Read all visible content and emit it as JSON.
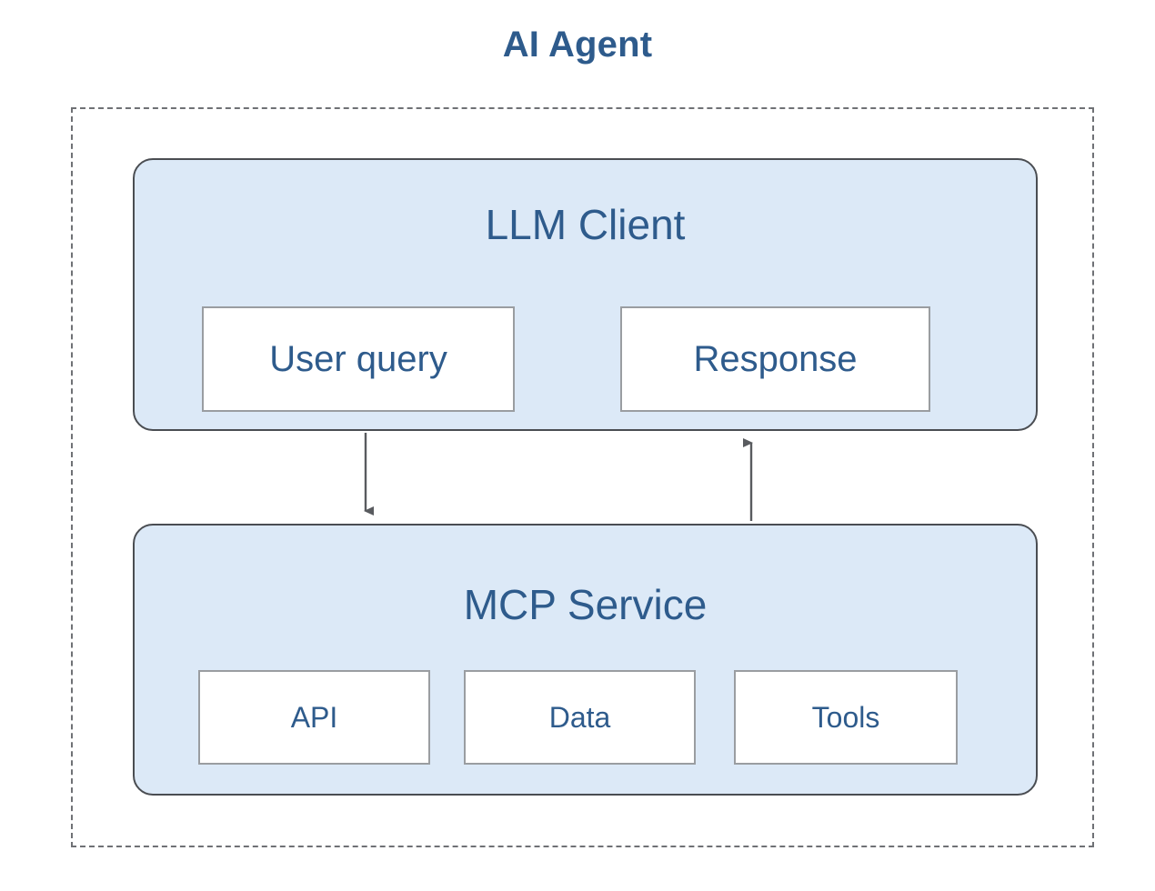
{
  "diagram": {
    "title": "AI Agent",
    "type": "architecture-block-diagram",
    "colors": {
      "title_text": "#2e5b8c",
      "block_fill": "#dce9f7",
      "block_border": "#4a4d52",
      "subbox_fill": "#ffffff",
      "subbox_border": "#9a9da1",
      "boundary_border": "#6f7175",
      "arrow": "#595b5f",
      "background": "#ffffff"
    },
    "boundary": {
      "name": "AI Agent boundary",
      "style": "dashed"
    },
    "blocks": [
      {
        "id": "llm-client",
        "title": "LLM Client",
        "children": [
          {
            "id": "user-query",
            "label": "User query"
          },
          {
            "id": "response",
            "label": "Response"
          }
        ]
      },
      {
        "id": "mcp-service",
        "title": "MCP Service",
        "children": [
          {
            "id": "api",
            "label": "API"
          },
          {
            "id": "data",
            "label": "Data"
          },
          {
            "id": "tools",
            "label": "Tools"
          }
        ]
      }
    ],
    "connectors": [
      {
        "id": "request-arrow",
        "from": "llm-client",
        "to": "mcp-service",
        "direction": "down",
        "label": ""
      },
      {
        "id": "response-arrow",
        "from": "mcp-service",
        "to": "llm-client",
        "direction": "up",
        "label": ""
      }
    ]
  }
}
